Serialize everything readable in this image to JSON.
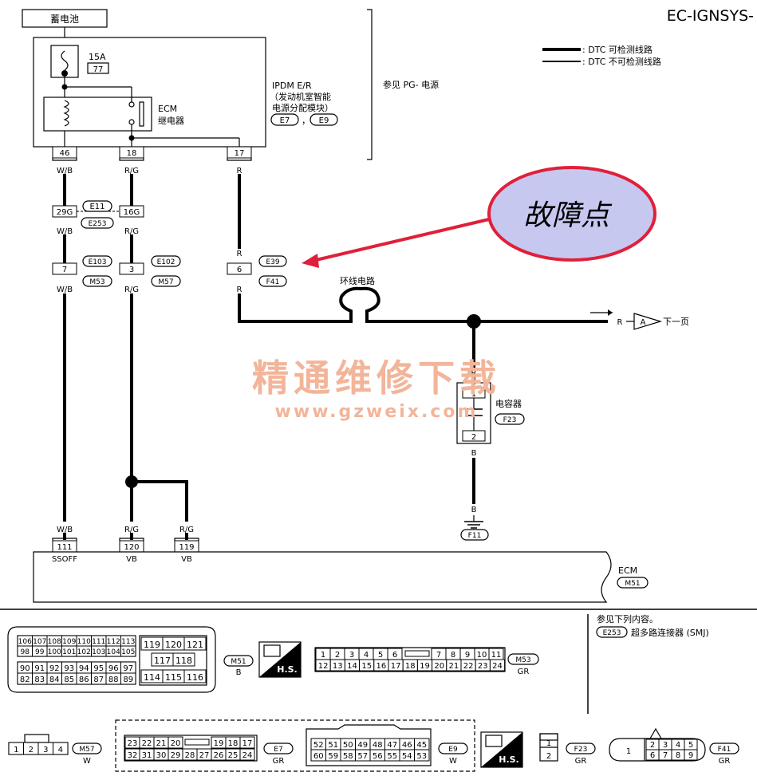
{
  "header": {
    "code": "EC-IGNSYS-"
  },
  "legend": {
    "dtc_detectable": ": DTC 可检测线路",
    "dtc_not_detectable": ": DTC 不可检测线路"
  },
  "battery": {
    "label": "蓄电池"
  },
  "fuse": {
    "rating": "15A",
    "number": "77"
  },
  "relay": {
    "name": "ECM",
    "desc": "继电器"
  },
  "ipdm": {
    "title": "IPDM E/R",
    "desc1": "（发动机室智能",
    "desc2": "电源分配模块）",
    "conn1": "E7",
    "sep": "，",
    "conn2": "E9",
    "ref": "参见 PG- 电源"
  },
  "ipdm_pins": [
    "46",
    "18",
    "17"
  ],
  "colors": {
    "wb": "W/B",
    "rg": "R/G",
    "r": "R",
    "b": "B"
  },
  "joint1": {
    "pin_left": "29G",
    "pin_right": "16G",
    "conn_top": "E11",
    "conn_bottom": "E253"
  },
  "joint2": {
    "pin_left": "7",
    "pin_right": "3",
    "conn_l_top": "E103",
    "conn_l_bottom": "M53",
    "conn_r_top": "E102",
    "conn_r_bottom": "M57"
  },
  "joint3": {
    "pin": "6",
    "conn_top": "E39",
    "conn_bottom": "F41"
  },
  "callout": {
    "text": "故障点",
    "color": "#e0203a",
    "fill": "#c7c8f0"
  },
  "loop": {
    "label": "环线电路"
  },
  "next_page": {
    "wire": "R",
    "symbol": "A",
    "text": "下一页"
  },
  "capacitor": {
    "label": "电容器",
    "pin1": "1",
    "pin2": "2",
    "conn": "F23"
  },
  "ground": {
    "conn": "F11"
  },
  "ecm": {
    "title": "ECM",
    "conn": "M51",
    "pins": [
      {
        "num": "111",
        "name": "SSOFF"
      },
      {
        "num": "120",
        "name": "VB"
      },
      {
        "num": "119",
        "name": "VB"
      }
    ]
  },
  "watermark": {
    "cn": "精通维修下载",
    "url": "www.gzweix.com"
  },
  "reference": {
    "title": "参见下列内容。",
    "conn": "E253",
    "desc": "超多路连接器 (SMJ)"
  },
  "connectors": {
    "m51": {
      "left_row1": [
        "106",
        "107",
        "108",
        "109",
        "110",
        "111",
        "112",
        "113"
      ],
      "left_row2": [
        "98",
        "99",
        "100",
        "101",
        "102",
        "103",
        "104",
        "105"
      ],
      "left_row3": [
        "90",
        "91",
        "92",
        "93",
        "94",
        "95",
        "96",
        "97"
      ],
      "left_row4": [
        "82",
        "83",
        "84",
        "85",
        "86",
        "87",
        "88",
        "89"
      ],
      "mid_row1": [
        "119",
        "120",
        "121"
      ],
      "mid_row2": [
        "117",
        "118"
      ],
      "mid_row3": [
        "114",
        "115",
        "116"
      ],
      "name": "M51",
      "color": "B",
      "hs": "H.S."
    },
    "m53": {
      "row1a": [
        "1",
        "2",
        "3",
        "4",
        "5",
        "6"
      ],
      "row1b": [
        "7",
        "8",
        "9",
        "10",
        "11"
      ],
      "row2": [
        "12",
        "13",
        "14",
        "15",
        "16",
        "17",
        "18",
        "19",
        "20",
        "21",
        "22",
        "23",
        "24"
      ],
      "name": "M53",
      "color": "GR"
    },
    "m57": {
      "pins": [
        "1",
        "2",
        "3",
        "4"
      ],
      "name": "M57",
      "color": "W"
    },
    "e7": {
      "row1a": [
        "23",
        "22",
        "21",
        "20"
      ],
      "row1b": [
        "19",
        "18",
        "17"
      ],
      "row2": [
        "32",
        "31",
        "30",
        "29",
        "28",
        "27",
        "26",
        "25",
        "24"
      ],
      "name": "E7",
      "color": "GR"
    },
    "e9": {
      "row1": [
        "52",
        "51",
        "50",
        "49",
        "48",
        "47",
        "46",
        "45"
      ],
      "row2": [
        "60",
        "59",
        "58",
        "57",
        "56",
        "55",
        "54",
        "53"
      ],
      "name": "E9",
      "color": "W",
      "hs": "H.S."
    },
    "f23": {
      "pins": [
        "1",
        "2"
      ],
      "name": "F23",
      "color": "GR"
    },
    "f41": {
      "big": "1",
      "row1": [
        "2",
        "3",
        "4",
        "5"
      ],
      "row2": [
        "6",
        "7",
        "8",
        "9"
      ],
      "name": "F41",
      "color": "GR"
    }
  }
}
